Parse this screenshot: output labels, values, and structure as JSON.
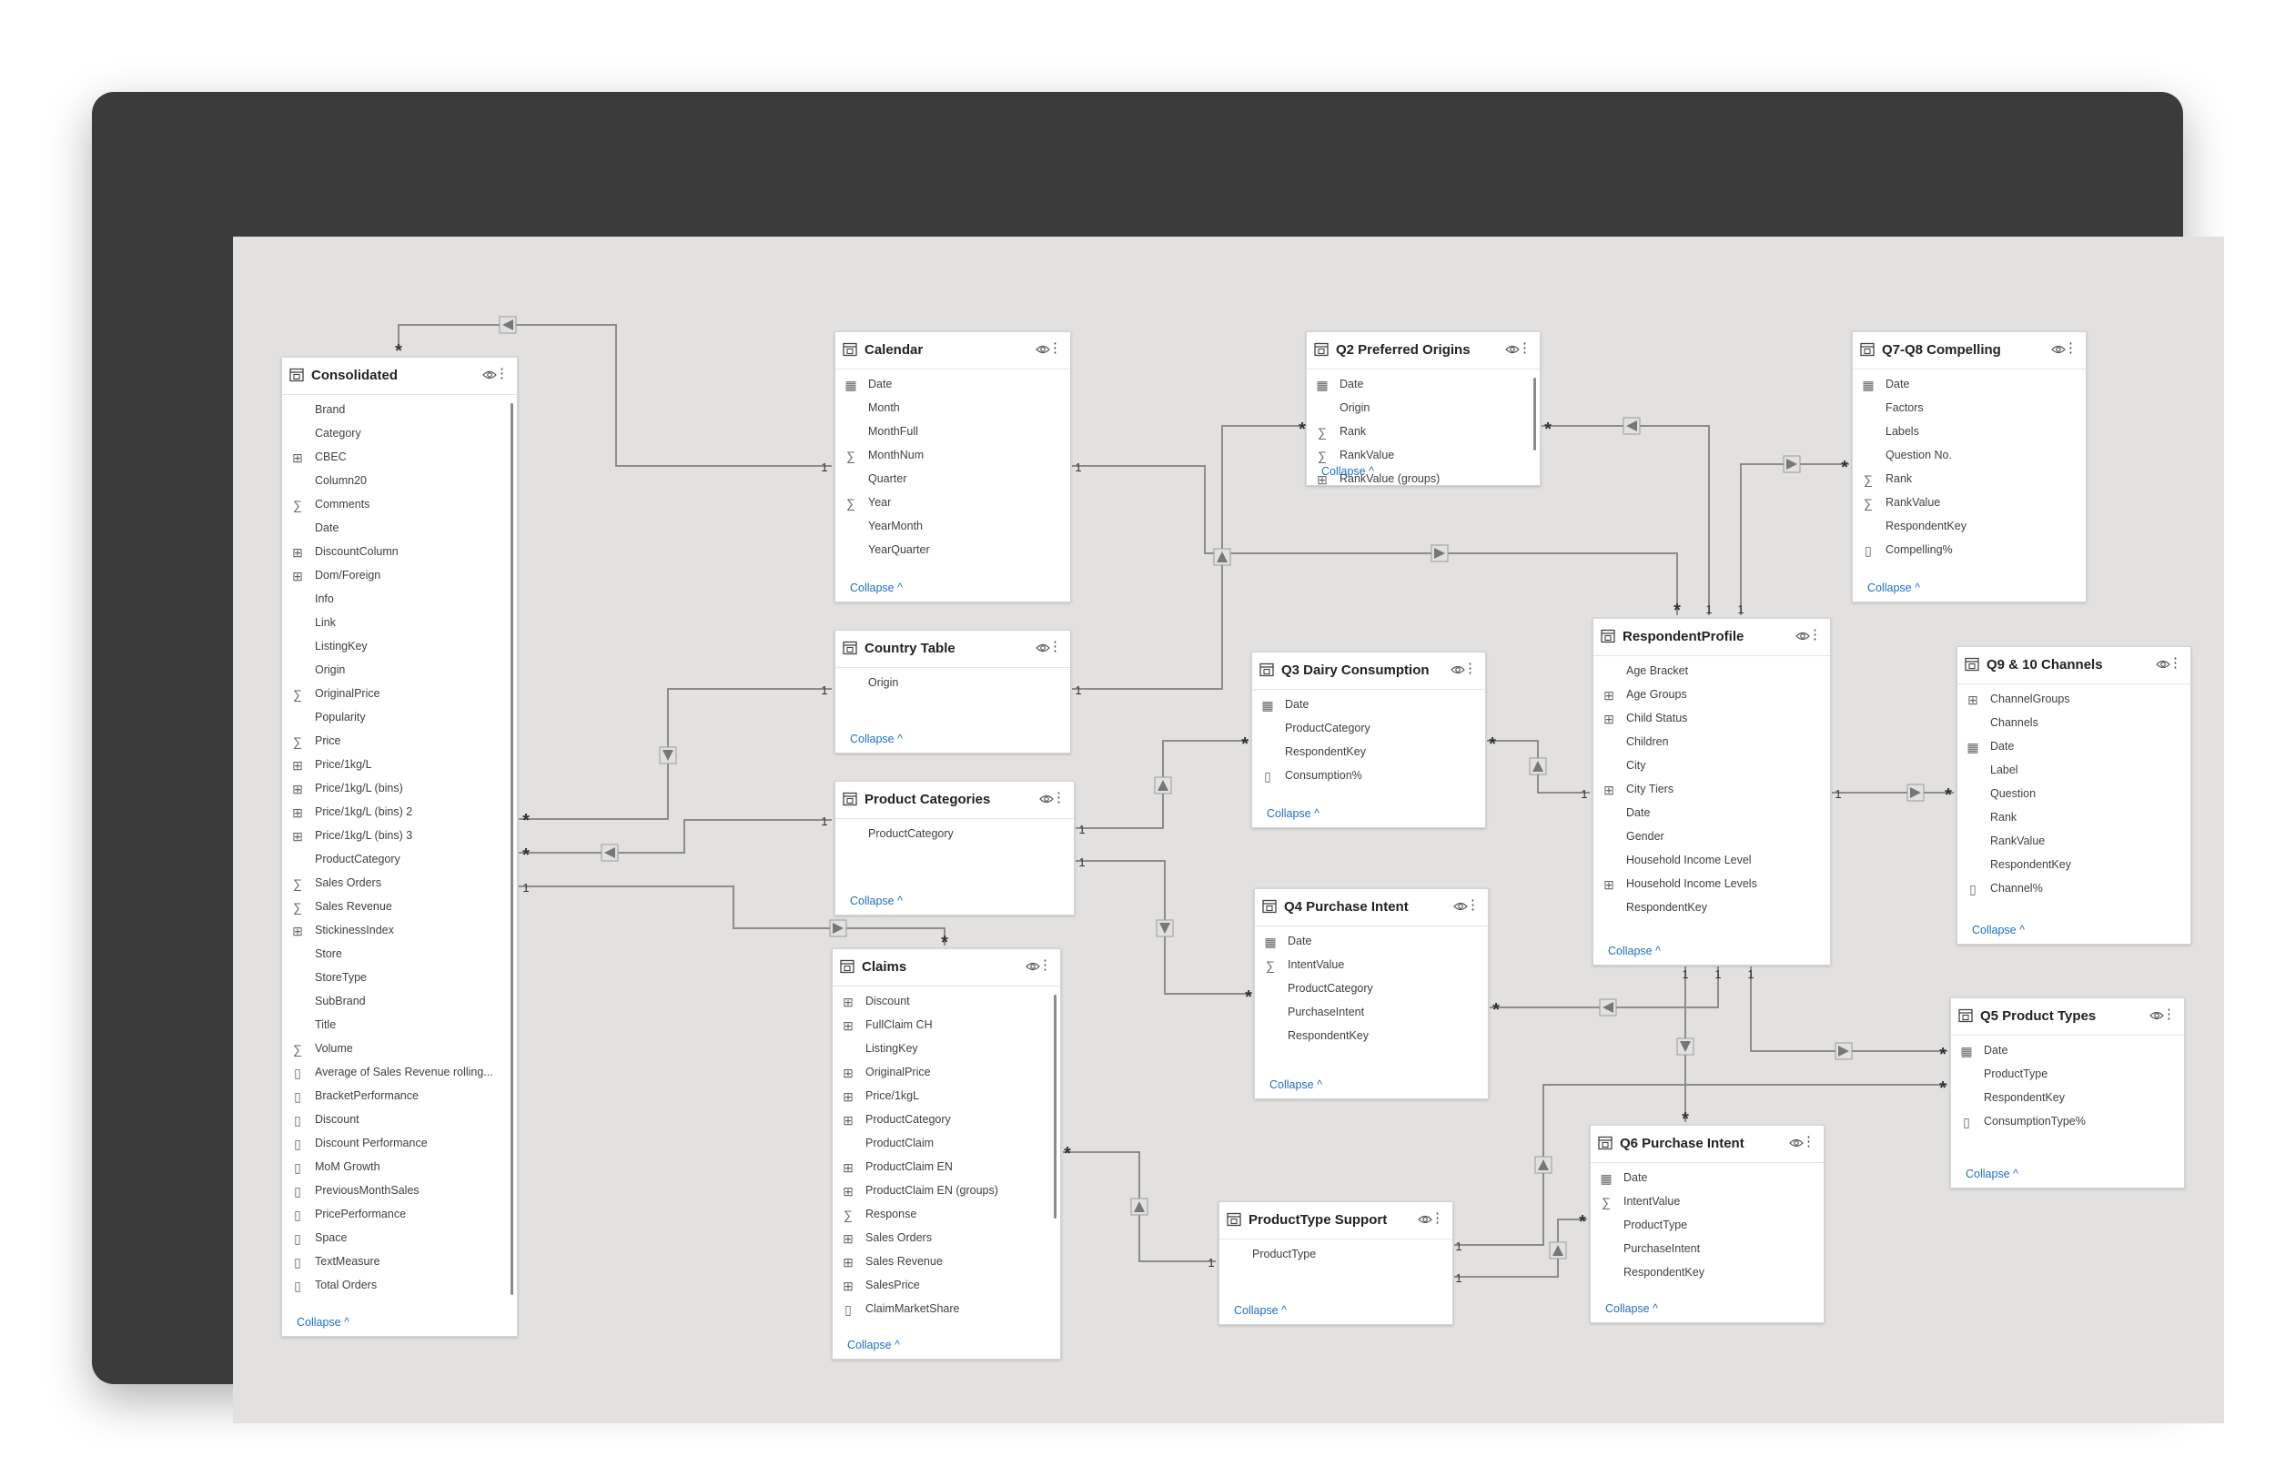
{
  "colors": {
    "frame": "#3b3b3b",
    "canvas": "#e2e1df",
    "link": "#1f6fc5",
    "wire": "#8c8c8c"
  },
  "icons": [
    "table-icon",
    "eye-icon",
    "more-icon",
    "calendar-icon",
    "sigma-icon",
    "hierarchy-icon",
    "calculator-icon",
    "triangle-arrow-icon"
  ],
  "collapse_label": "Collapse ^",
  "tables": {
    "consolidated": {
      "title": "Consolidated",
      "fields": [
        {
          "name": "Brand",
          "icon": ""
        },
        {
          "name": "Category",
          "icon": ""
        },
        {
          "name": "CBEC",
          "icon": "hierarchy"
        },
        {
          "name": "Column20",
          "icon": ""
        },
        {
          "name": "Comments",
          "icon": "sigma"
        },
        {
          "name": "Date",
          "icon": ""
        },
        {
          "name": "DiscountColumn",
          "icon": "hierarchy"
        },
        {
          "name": "Dom/Foreign",
          "icon": "hierarchy"
        },
        {
          "name": "Info",
          "icon": ""
        },
        {
          "name": "Link",
          "icon": ""
        },
        {
          "name": "ListingKey",
          "icon": ""
        },
        {
          "name": "Origin",
          "icon": ""
        },
        {
          "name": "OriginalPrice",
          "icon": "sigma"
        },
        {
          "name": "Popularity",
          "icon": ""
        },
        {
          "name": "Price",
          "icon": "sigma"
        },
        {
          "name": "Price/1kg/L",
          "icon": "hierarchy"
        },
        {
          "name": "Price/1kg/L (bins)",
          "icon": "hierarchy"
        },
        {
          "name": "Price/1kg/L (bins) 2",
          "icon": "hierarchy"
        },
        {
          "name": "Price/1kg/L (bins) 3",
          "icon": "hierarchy"
        },
        {
          "name": "ProductCategory",
          "icon": ""
        },
        {
          "name": "Sales Orders",
          "icon": "sigma"
        },
        {
          "name": "Sales Revenue",
          "icon": "sigma"
        },
        {
          "name": "StickinessIndex",
          "icon": "hierarchy"
        },
        {
          "name": "Store",
          "icon": ""
        },
        {
          "name": "StoreType",
          "icon": ""
        },
        {
          "name": "SubBrand",
          "icon": ""
        },
        {
          "name": "Title",
          "icon": ""
        },
        {
          "name": "Volume",
          "icon": "sigma"
        },
        {
          "name": "Average of Sales Revenue rolling...",
          "icon": "calc"
        },
        {
          "name": "BracketPerformance",
          "icon": "calc"
        },
        {
          "name": "Discount",
          "icon": "calc"
        },
        {
          "name": "Discount Performance",
          "icon": "calc"
        },
        {
          "name": "MoM Growth",
          "icon": "calc"
        },
        {
          "name": "PreviousMonthSales",
          "icon": "calc"
        },
        {
          "name": "PricePerformance",
          "icon": "calc"
        },
        {
          "name": "Space",
          "icon": "calc"
        },
        {
          "name": "TextMeasure",
          "icon": "calc"
        },
        {
          "name": "Total Orders",
          "icon": "calc"
        }
      ]
    },
    "calendar": {
      "title": "Calendar",
      "fields": [
        {
          "name": "Date",
          "icon": "calendar"
        },
        {
          "name": "Month",
          "icon": ""
        },
        {
          "name": "MonthFull",
          "icon": ""
        },
        {
          "name": "MonthNum",
          "icon": "sigma"
        },
        {
          "name": "Quarter",
          "icon": ""
        },
        {
          "name": "Year",
          "icon": "sigma"
        },
        {
          "name": "YearMonth",
          "icon": ""
        },
        {
          "name": "YearQuarter",
          "icon": ""
        }
      ]
    },
    "country": {
      "title": "Country Table",
      "fields": [
        {
          "name": "Origin",
          "icon": ""
        }
      ]
    },
    "productcat": {
      "title": "Product Categories",
      "fields": [
        {
          "name": "ProductCategory",
          "icon": ""
        }
      ]
    },
    "claims": {
      "title": "Claims",
      "fields": [
        {
          "name": "Discount",
          "icon": "hierarchy"
        },
        {
          "name": "FullClaim CH",
          "icon": "hierarchy"
        },
        {
          "name": "ListingKey",
          "icon": ""
        },
        {
          "name": "OriginalPrice",
          "icon": "hierarchy"
        },
        {
          "name": "Price/1kgL",
          "icon": "hierarchy"
        },
        {
          "name": "ProductCategory",
          "icon": "hierarchy"
        },
        {
          "name": "ProductClaim",
          "icon": ""
        },
        {
          "name": "ProductClaim EN",
          "icon": "hierarchy"
        },
        {
          "name": "ProductClaim EN (groups)",
          "icon": "hierarchy"
        },
        {
          "name": "Response",
          "icon": "sigma"
        },
        {
          "name": "Sales Orders",
          "icon": "hierarchy"
        },
        {
          "name": "Sales Revenue",
          "icon": "hierarchy"
        },
        {
          "name": "SalesPrice",
          "icon": "hierarchy"
        },
        {
          "name": "ClaimMarketShare",
          "icon": "calc"
        }
      ]
    },
    "q2": {
      "title": "Q2 Preferred Origins",
      "fields": [
        {
          "name": "Date",
          "icon": "calendar"
        },
        {
          "name": "Origin",
          "icon": ""
        },
        {
          "name": "Rank",
          "icon": "sigma"
        },
        {
          "name": "RankValue",
          "icon": "sigma"
        },
        {
          "name": "RankValue (groups)",
          "icon": "hierarchy"
        }
      ]
    },
    "q3": {
      "title": "Q3 Dairy Consumption",
      "fields": [
        {
          "name": "Date",
          "icon": "calendar"
        },
        {
          "name": "ProductCategory",
          "icon": ""
        },
        {
          "name": "RespondentKey",
          "icon": ""
        },
        {
          "name": "Consumption%",
          "icon": "calc"
        }
      ]
    },
    "q4": {
      "title": "Q4 Purchase Intent",
      "fields": [
        {
          "name": "Date",
          "icon": "calendar"
        },
        {
          "name": "IntentValue",
          "icon": "sigma"
        },
        {
          "name": "ProductCategory",
          "icon": ""
        },
        {
          "name": "PurchaseIntent",
          "icon": ""
        },
        {
          "name": "RespondentKey",
          "icon": ""
        }
      ]
    },
    "pts": {
      "title": "ProductType Support",
      "fields": [
        {
          "name": "ProductType",
          "icon": ""
        }
      ]
    },
    "resp": {
      "title": "RespondentProfile",
      "fields": [
        {
          "name": "Age Bracket",
          "icon": ""
        },
        {
          "name": "Age Groups",
          "icon": "hierarchy"
        },
        {
          "name": "Child Status",
          "icon": "hierarchy"
        },
        {
          "name": "Children",
          "icon": ""
        },
        {
          "name": "City",
          "icon": ""
        },
        {
          "name": "City Tiers",
          "icon": "hierarchy"
        },
        {
          "name": "Date",
          "icon": ""
        },
        {
          "name": "Gender",
          "icon": ""
        },
        {
          "name": "Household Income Level",
          "icon": ""
        },
        {
          "name": "Household Income Levels",
          "icon": "hierarchy"
        },
        {
          "name": "RespondentKey",
          "icon": ""
        }
      ]
    },
    "q6": {
      "title": "Q6 Purchase Intent",
      "fields": [
        {
          "name": "Date",
          "icon": "calendar"
        },
        {
          "name": "IntentValue",
          "icon": "sigma"
        },
        {
          "name": "ProductType",
          "icon": ""
        },
        {
          "name": "PurchaseIntent",
          "icon": ""
        },
        {
          "name": "RespondentKey",
          "icon": ""
        }
      ]
    },
    "q78": {
      "title": "Q7-Q8 Compelling",
      "fields": [
        {
          "name": "Date",
          "icon": "calendar"
        },
        {
          "name": "Factors",
          "icon": ""
        },
        {
          "name": "Labels",
          "icon": ""
        },
        {
          "name": "Question No.",
          "icon": ""
        },
        {
          "name": "Rank",
          "icon": "sigma"
        },
        {
          "name": "RankValue",
          "icon": "sigma"
        },
        {
          "name": "RespondentKey",
          "icon": ""
        },
        {
          "name": "Compelling%",
          "icon": "calc"
        }
      ]
    },
    "q910": {
      "title": "Q9 & 10 Channels",
      "fields": [
        {
          "name": "ChannelGroups",
          "icon": "hierarchy"
        },
        {
          "name": "Channels",
          "icon": ""
        },
        {
          "name": "Date",
          "icon": "calendar"
        },
        {
          "name": "Label",
          "icon": ""
        },
        {
          "name": "Question",
          "icon": ""
        },
        {
          "name": "Rank",
          "icon": ""
        },
        {
          "name": "RankValue",
          "icon": ""
        },
        {
          "name": "RespondentKey",
          "icon": ""
        },
        {
          "name": "Channel%",
          "icon": "calc"
        }
      ]
    },
    "q5": {
      "title": "Q5 Product Types",
      "fields": [
        {
          "name": "Date",
          "icon": "calendar"
        },
        {
          "name": "ProductType",
          "icon": ""
        },
        {
          "name": "RespondentKey",
          "icon": ""
        },
        {
          "name": "ConsumptionType%",
          "icon": "calc"
        }
      ]
    }
  },
  "relationships": [
    {
      "from": "Consolidated",
      "to": "Calendar",
      "from_card": "*",
      "to_card": "1"
    },
    {
      "from": "Consolidated",
      "to": "Country Table",
      "from_card": "*",
      "to_card": "1"
    },
    {
      "from": "Consolidated",
      "to": "Product Categories",
      "from_card": "*",
      "to_card": "1"
    },
    {
      "from": "Consolidated",
      "to": "Claims",
      "from_card": "1",
      "to_card": "*"
    },
    {
      "from": "Claims",
      "to": "ProductType Support",
      "from_card": "*",
      "to_card": "1"
    },
    {
      "from": "Q2 Preferred Origins",
      "to": "Country Table",
      "from_card": "*",
      "to_card": "1"
    },
    {
      "from": "Q2 Preferred Origins",
      "to": "RespondentProfile",
      "from_card": "*",
      "to_card": "1"
    },
    {
      "from": "Calendar",
      "to": "RespondentProfile",
      "from_card": "1",
      "to_card": "*"
    },
    {
      "from": "Q7-Q8 Compelling",
      "to": "RespondentProfile",
      "from_card": "*",
      "to_card": "1"
    },
    {
      "from": "Q3 Dairy Consumption",
      "to": "Product Categories",
      "from_card": "*",
      "to_card": "1"
    },
    {
      "from": "Q3 Dairy Consumption",
      "to": "RespondentProfile",
      "from_card": "*",
      "to_card": "1"
    },
    {
      "from": "Q4 Purchase Intent",
      "to": "Product Categories",
      "from_card": "*",
      "to_card": "1"
    },
    {
      "from": "Q4 Purchase Intent",
      "to": "RespondentProfile",
      "from_card": "*",
      "to_card": "1"
    },
    {
      "from": "Q9 & 10 Channels",
      "to": "RespondentProfile",
      "from_card": "*",
      "to_card": "1"
    },
    {
      "from": "Q5 Product Types",
      "to": "RespondentProfile",
      "from_card": "*",
      "to_card": "1"
    },
    {
      "from": "Q5 Product Types",
      "to": "ProductType Support",
      "from_card": "*",
      "to_card": "1"
    },
    {
      "from": "Q6 Purchase Intent",
      "to": "RespondentProfile",
      "from_card": "*",
      "to_card": "1"
    },
    {
      "from": "Q6 Purchase Intent",
      "to": "ProductType Support",
      "from_card": "*",
      "to_card": "1"
    }
  ]
}
